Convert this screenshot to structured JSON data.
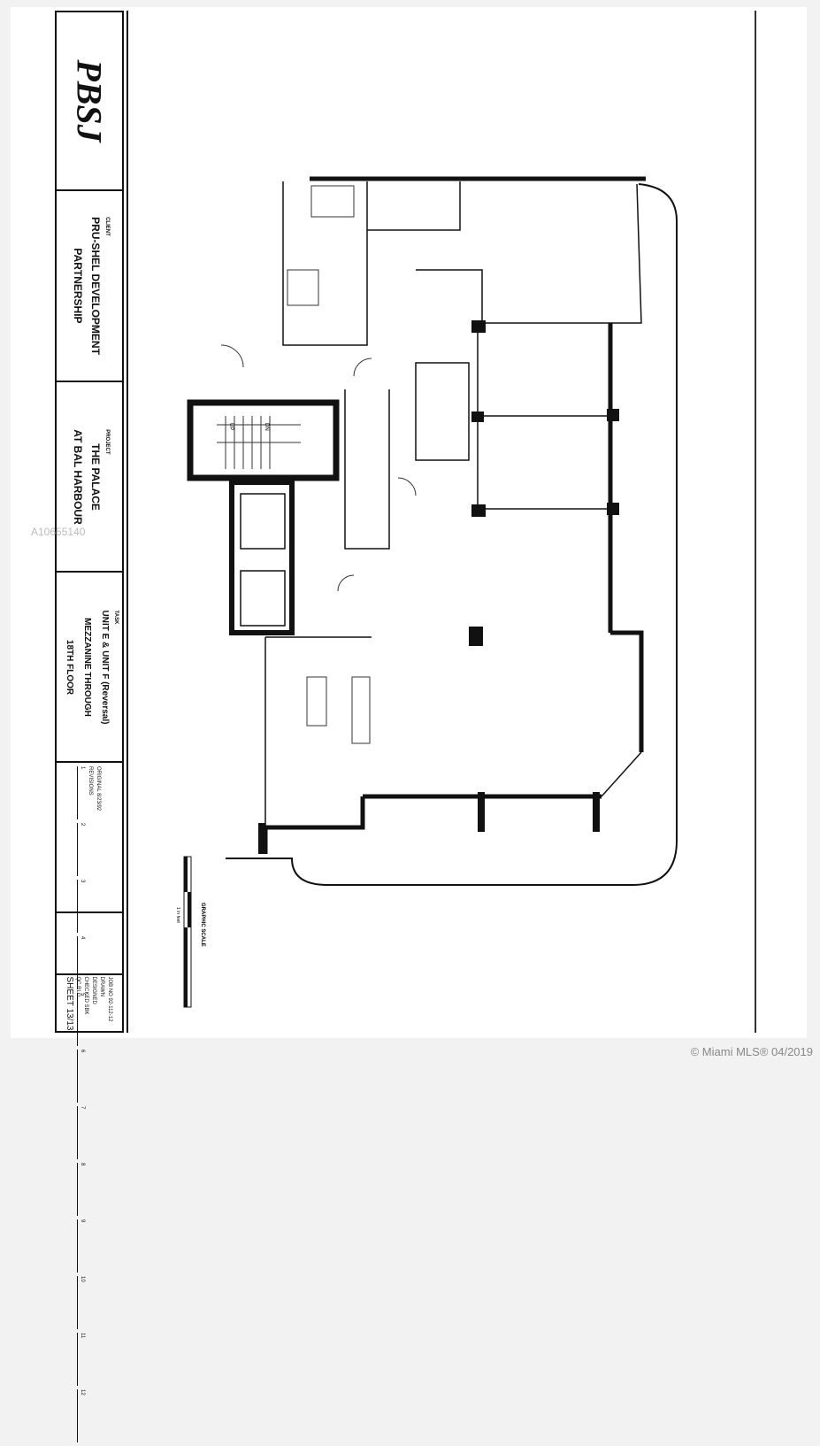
{
  "title_block": {
    "logo": "PBSJ",
    "client_label": "CLIENT",
    "client_lines": [
      "PRU-SHEL DEVELOPMENT",
      "PARTNERSHIP"
    ],
    "project_label": "PROJECT",
    "project_lines": [
      "THE PALACE",
      "AT BAL HARBOUR"
    ],
    "task_label": "TASK",
    "task_lines": [
      "UNIT E & UNIT F (Reversal)",
      "MEZZANINE THROUGH",
      "18TH FLOOR"
    ],
    "original_label": "ORIGINAL",
    "original_date": "8/23/92",
    "revisions_label": "REVISIONS",
    "revision_numbers": [
      "1",
      "2",
      "3",
      "4",
      "5",
      "6",
      "7",
      "8",
      "9",
      "10",
      "11",
      "12"
    ],
    "job_no_label": "JOB NO",
    "job_no": "92-112-12",
    "drawn_label": "DRAWN",
    "designed_label": "DESIGNED",
    "checked_label": "CHECKED",
    "checked_value": "SBK",
    "qc_label": "QC",
    "qc_value": "RLG",
    "sheet_label": "SHEET",
    "sheet_value": "13/13"
  },
  "plan": {
    "graphic_scale_label": "GRAPHIC SCALE",
    "scale_note": "1 in feet",
    "stair_labels": [
      "UP",
      "DN"
    ]
  },
  "watermark": {
    "listing_id": "A10655140",
    "mls_credit": "© Miami MLS® 04/2019"
  }
}
